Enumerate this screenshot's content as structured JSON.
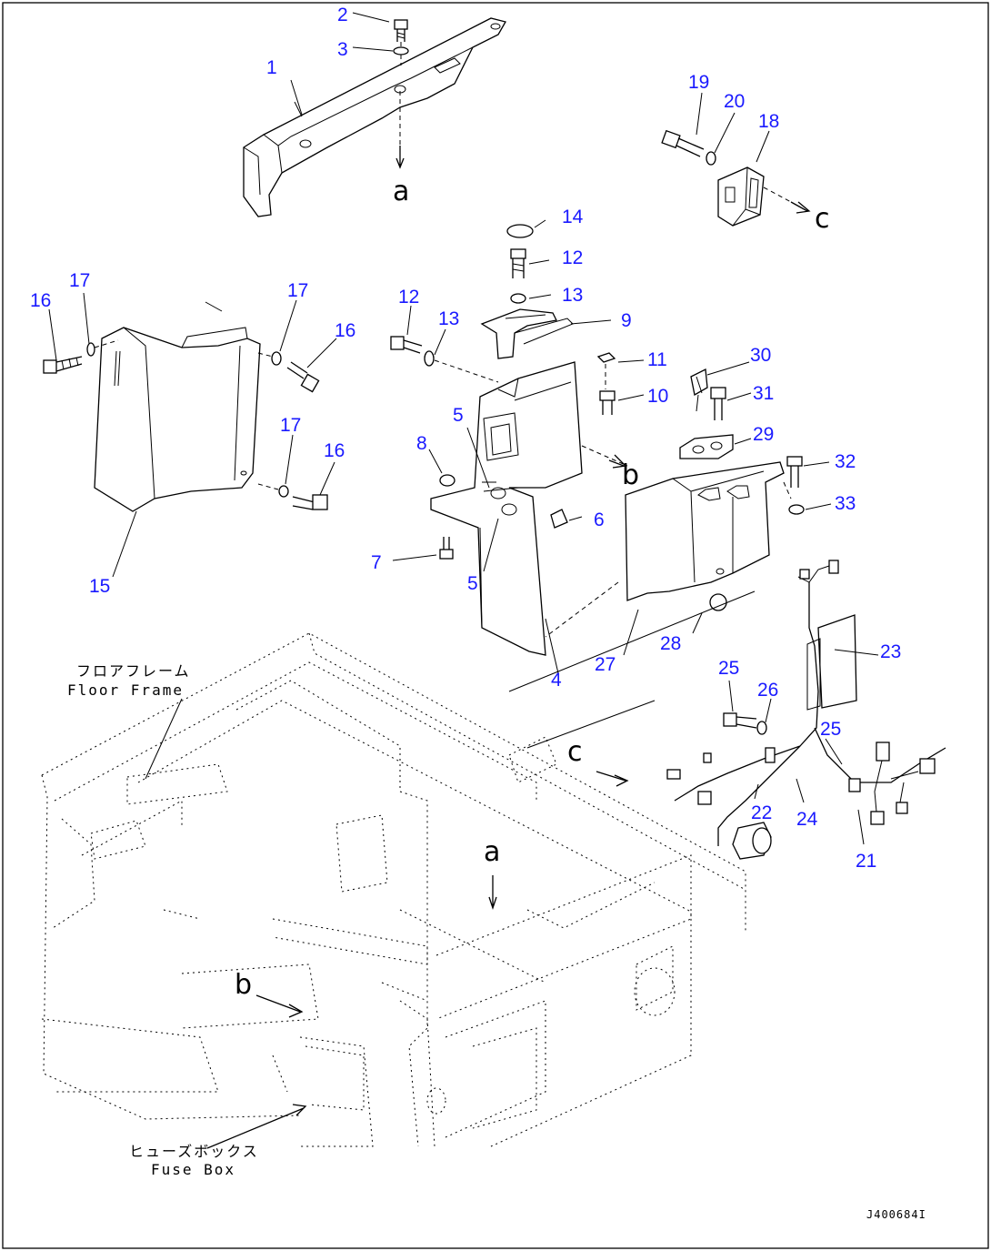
{
  "callouts": {
    "c1": "1",
    "c2": "2",
    "c3": "3",
    "c4": "4",
    "c5a": "5",
    "c5b": "5",
    "c6": "6",
    "c7": "7",
    "c8": "8",
    "c9": "9",
    "c10": "10",
    "c11": "11",
    "c12a": "12",
    "c12b": "12",
    "c13a": "13",
    "c13b": "13",
    "c14": "14",
    "c15": "15",
    "c16a": "16",
    "c16b": "16",
    "c16c": "16",
    "c17a": "17",
    "c17b": "17",
    "c17c": "17",
    "c18": "18",
    "c19": "19",
    "c20": "20",
    "c21": "21",
    "c22": "22",
    "c23": "23",
    "c24": "24",
    "c25a": "25",
    "c25b": "25",
    "c26": "26",
    "c27": "27",
    "c28": "28",
    "c29": "29",
    "c30": "30",
    "c31": "31",
    "c32": "32",
    "c33": "33"
  },
  "labels": {
    "floor_frame_jp": "フロアフレーム",
    "floor_frame_en": "Floor Frame",
    "fuse_box_jp": "ヒューズボックス",
    "fuse_box_en": "Fuse Box"
  },
  "refs": {
    "a_top": "a",
    "b_right": "b",
    "c_top": "c",
    "c_frame": "c",
    "a_frame": "a",
    "b_frame": "b"
  },
  "drawing_code": "J400684I",
  "colors": {
    "callout": "#1a1aff",
    "line": "#000000",
    "border": "#000000"
  }
}
